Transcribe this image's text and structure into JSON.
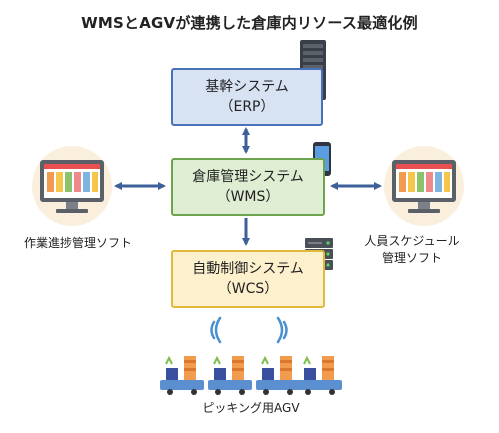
{
  "title": "WMSとAGVが連携した倉庫内リソース最適化例",
  "systems": {
    "erp": {
      "line1": "基幹システム",
      "line2": "（ERP）"
    },
    "wms": {
      "line1": "倉庫管理システム",
      "line2": "（WMS）"
    },
    "wcs": {
      "line1": "自動制御システム",
      "line2": "（WCS）"
    }
  },
  "left_software": {
    "label": "作業進捗管理ソフト"
  },
  "right_software": {
    "line1": "人員スケジュール",
    "line2": "管理ソフト"
  },
  "agv": {
    "label": "ピッキング用AGV"
  },
  "colors": {
    "arrow": "#3d5f9a",
    "erp_fill": "#d7e2f3",
    "erp_border": "#4a72b8",
    "wms_fill": "#dfeed3",
    "wms_border": "#6ea34d",
    "wcs_fill": "#fdf0cc",
    "wcs_border": "#e1b93b",
    "signal": "#4a90d0"
  }
}
